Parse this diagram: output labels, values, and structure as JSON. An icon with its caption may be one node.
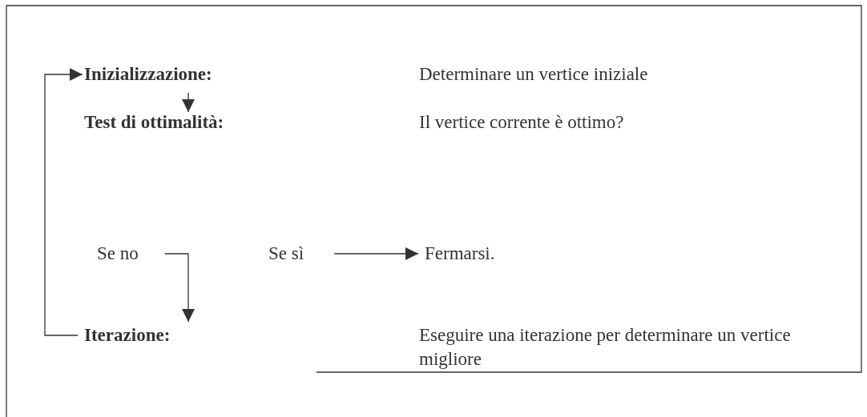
{
  "diagram": {
    "nodes": [
      {
        "text": [
          "Inizializzazione:"
        ]
      },
      {
        "text": [
          "Test di ottimalità:"
        ]
      },
      {
        "text": [
          "Se no"
        ]
      },
      {
        "text": [
          "Se sì"
        ]
      },
      {
        "text": [
          "Fermarsi."
        ]
      },
      {
        "text": [
          "Iterazione:"
        ]
      }
    ],
    "edges": [
      {
        "from": 0,
        "to": 1,
        "arrow": "to"
      },
      {
        "from": 2,
        "to": 5,
        "arrow": "to"
      },
      {
        "from": 3,
        "to": 4,
        "arrow": "to"
      },
      {
        "from": 5,
        "to": 0,
        "arrow": "to"
      }
    ],
    "labels": [
      "Determinare un vertice iniziale",
      "Il vertice corrente è ottimo?",
      "Eseguire una iterazione per determinare un vertice migliore"
    ]
  }
}
